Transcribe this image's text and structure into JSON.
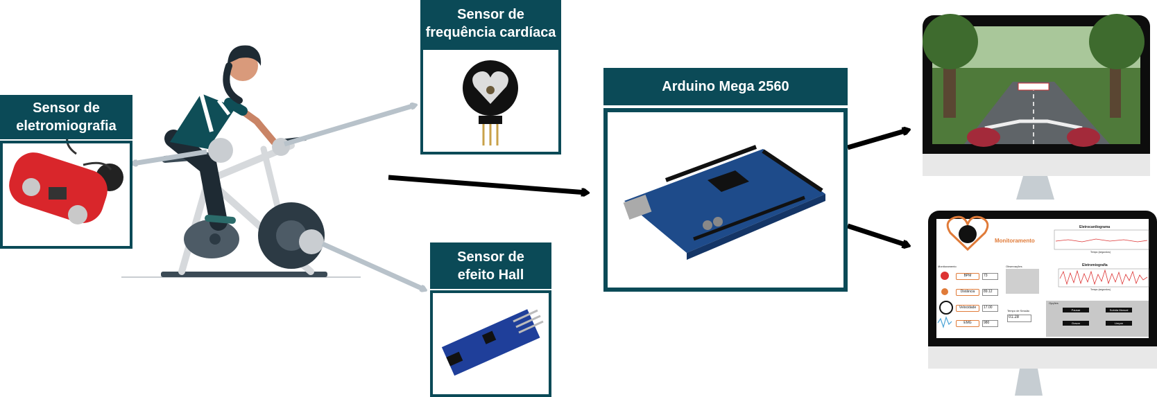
{
  "nodes": {
    "emg": {
      "title": "Sensor de\neletromiografia"
    },
    "heart": {
      "title": "Sensor de\nfrequência cardíaca"
    },
    "hall": {
      "title": "Sensor de\nefeito Hall"
    },
    "arduino": {
      "title": "Arduino Mega 2560"
    }
  },
  "app": {
    "brand": "Monitoramento",
    "section_label": "Monitoramento",
    "ecg_title": "Eletrocardiograma",
    "emg_title": "Eletromiografia",
    "x_axis": "Tempo (segundos)",
    "bpm_label": "BPM",
    "bpm_value": "73",
    "dist_label": "Distância",
    "dist_value": "89.12",
    "speed_label": "Velocidade",
    "speed_value": "17.00",
    "emg_label": "EMG",
    "emg_value": "980",
    "obs_label": "Observações",
    "session_label": "Tempo de Sessão",
    "session_value": "01:28",
    "options_label": "Opções",
    "btn_pause": "Pausar",
    "btn_manual": "Subida Manual",
    "btn_record": "Gravar",
    "btn_clear": "Limpar"
  },
  "colors": {
    "header": "#0b4a57",
    "arrow_light": "#b8c2ca",
    "arrow_dark": "#000000",
    "accent": "#e07b39"
  }
}
